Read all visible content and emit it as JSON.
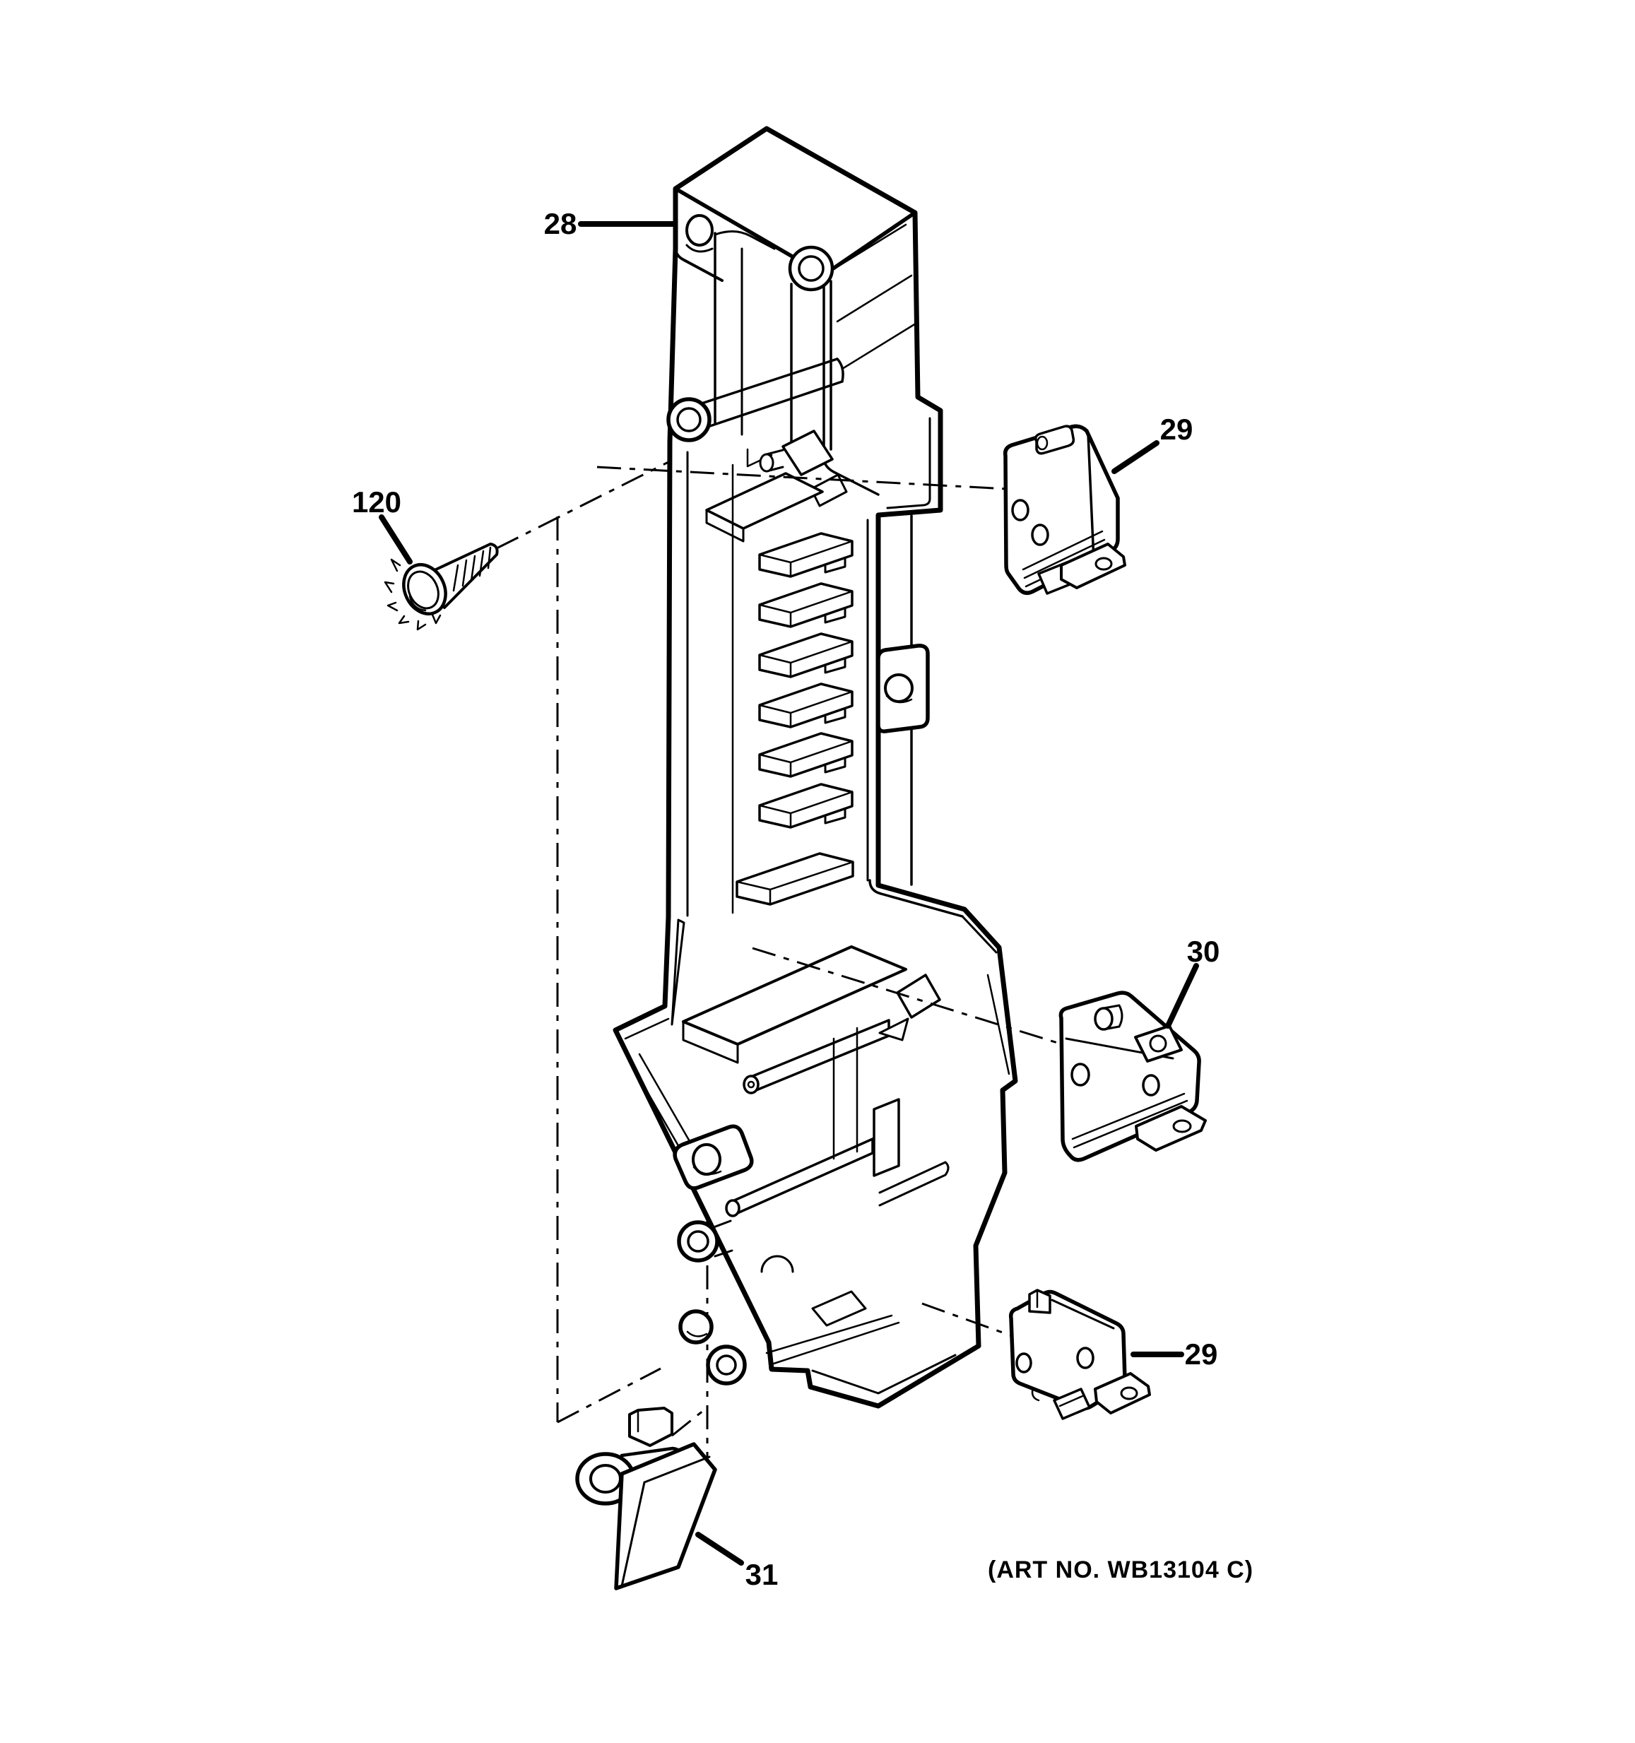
{
  "figure": {
    "art_no": "(ART NO. WB13104 C)",
    "background_color": "#ffffff",
    "line_color": "#000000"
  },
  "callouts": [
    {
      "part": "28",
      "points_to": "latch-body"
    },
    {
      "part": "120",
      "points_to": "mounting-screw"
    },
    {
      "part": "29",
      "points_to": "interlock-switch-upper"
    },
    {
      "part": "30",
      "points_to": "interlock-switch-middle"
    },
    {
      "part": "29",
      "points_to": "interlock-switch-lower"
    },
    {
      "part": "31",
      "points_to": "door-latch-lever"
    }
  ]
}
